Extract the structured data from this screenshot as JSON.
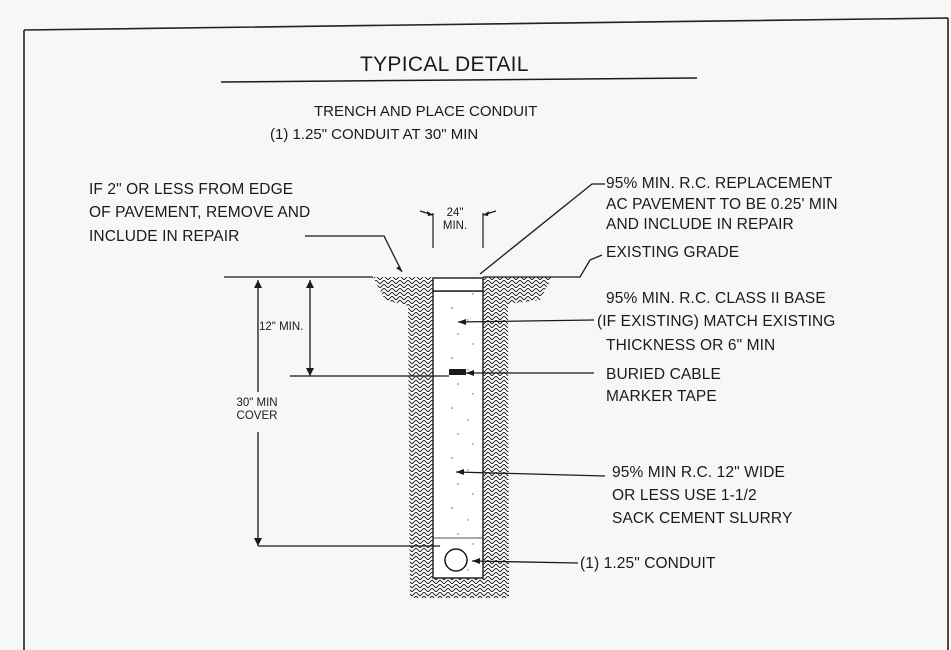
{
  "title": "TYPICAL DETAIL",
  "subtitle_line1": "TRENCH AND PLACE CONDUIT",
  "subtitle_line2": "(1) 1.25\" CONDUIT AT 30\" MIN",
  "left_note": [
    "IF 2\" OR LESS FROM EDGE",
    "OF PAVEMENT, REMOVE AND",
    "INCLUDE IN REPAIR"
  ],
  "width_dim": [
    "24\"",
    "MIN."
  ],
  "depth_12": "12\" MIN.",
  "cover_30": [
    "30\" MIN",
    "COVER"
  ],
  "callouts": {
    "ac_pavement": [
      "95% MIN. R.C. REPLACEMENT",
      "AC PAVEMENT TO BE 0.25' MIN",
      "AND INCLUDE IN REPAIR"
    ],
    "existing_grade": "EXISTING GRADE",
    "class_ii_base": [
      "95% MIN. R.C. CLASS II BASE",
      "(IF EXISTING) MATCH EXISTING",
      "THICKNESS OR 6\" MIN"
    ],
    "marker_tape": [
      "BURIED CABLE",
      "MARKER TAPE"
    ],
    "slurry": [
      "95% MIN R.C. 12\" WIDE",
      "OR LESS USE 1-1/2",
      "SACK CEMENT SLURRY"
    ],
    "conduit": "(1) 1.25\" CONDUIT"
  },
  "colors": {
    "ink": "#1a1a1a",
    "paper": "#ffffff"
  }
}
